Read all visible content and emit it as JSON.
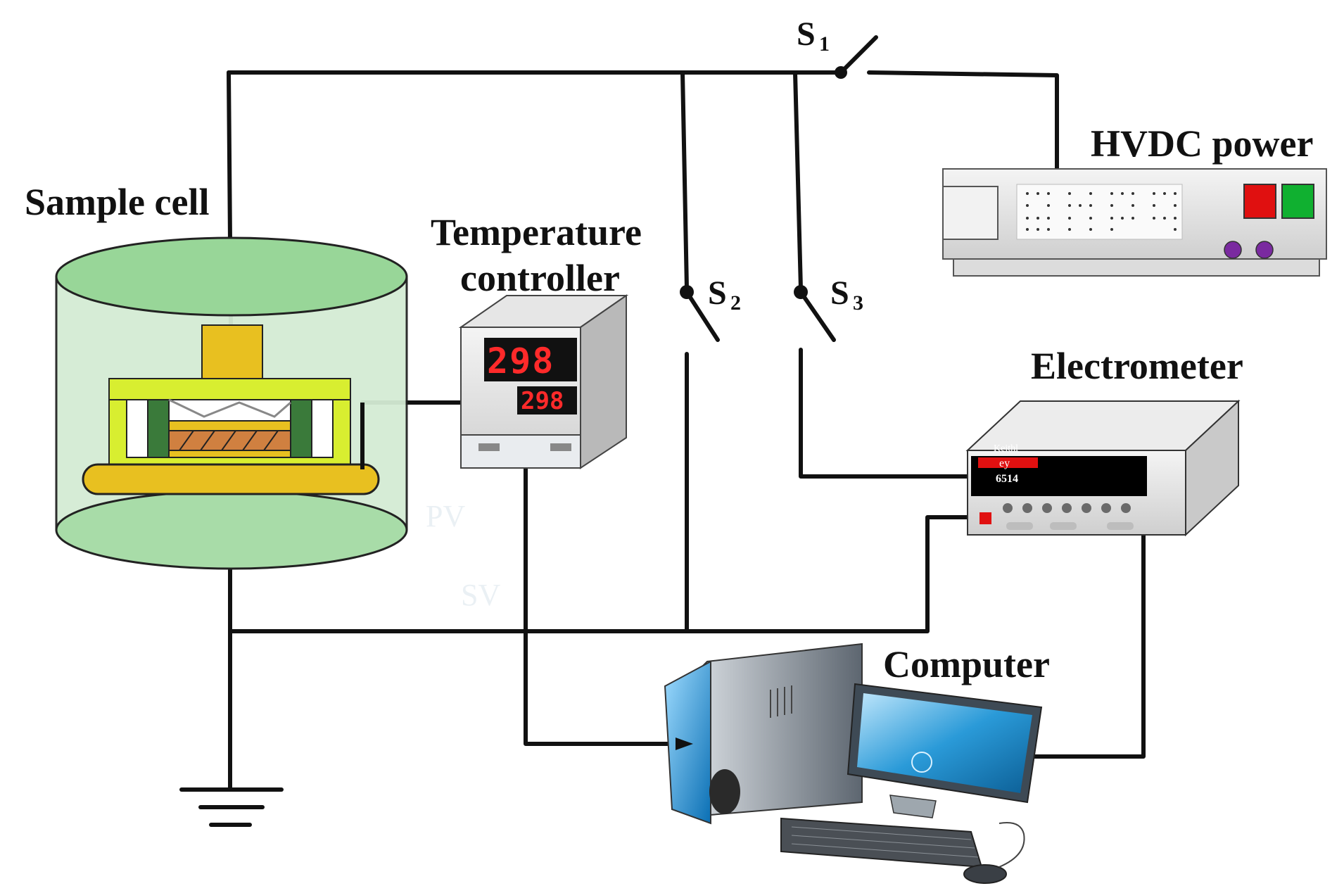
{
  "labels": {
    "sample_cell": "Sample cell",
    "temperature_controller_line1": "Temperature",
    "temperature_controller_line2": "controller",
    "hvdc_power": "HVDC power",
    "electrometer": "Electrometer",
    "computer": "Computer",
    "s1": "S",
    "s1_sub": "1",
    "s2": "S",
    "s2_sub": "2",
    "s3": "S",
    "s3_sub": "3",
    "pv": "PV",
    "sv": "SV"
  },
  "temperature_controller": {
    "pv_display": "298",
    "sv_display": "298"
  },
  "electrometer_panel": {
    "brand_line1": "Keithl",
    "brand_line2": "ey",
    "model": "6514"
  },
  "colors": {
    "cell_fill": "#d4ecd4",
    "cell_top": "#98d698",
    "electrode": "#e8c020",
    "frame": "#d8ee30",
    "spacer": "#3a7a3a",
    "sample": "#d08040",
    "hvdc_red": "#e01010",
    "hvdc_green": "#10b030",
    "hvdc_knob": "#7a2aa0",
    "computer_blue": "#2a9ad8"
  }
}
